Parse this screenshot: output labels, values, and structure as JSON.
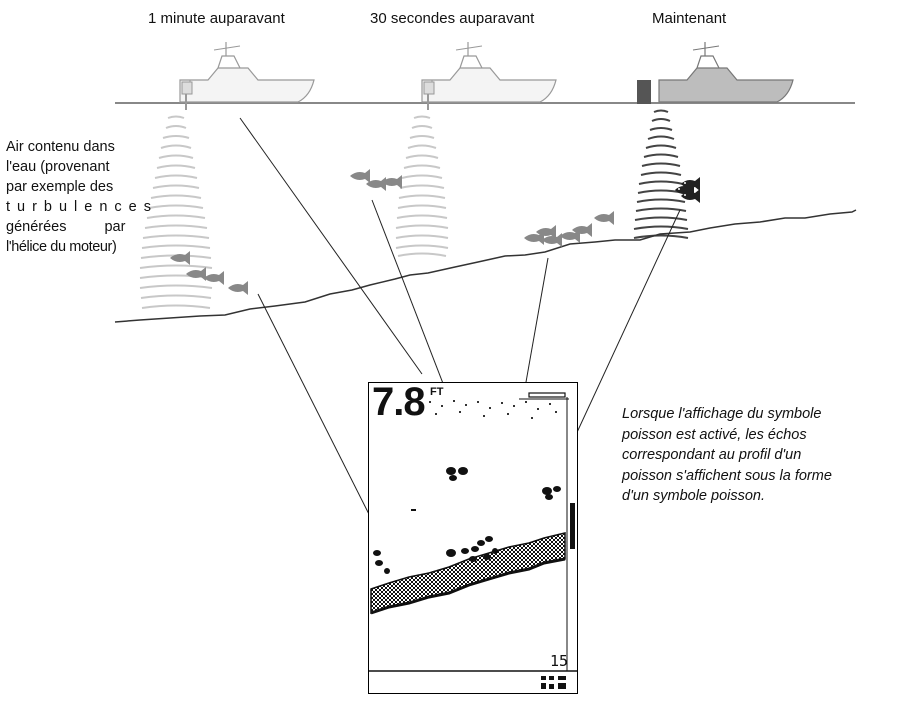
{
  "labels": {
    "one_minute": "1 minute auparavant",
    "thirty_seconds": "30 secondes auparavant",
    "now": "Maintenant"
  },
  "left_note": {
    "lines": [
      "Air contenu dans",
      "l'eau (provenant",
      "par exemple des",
      "turbulences",
      "générées par",
      "l'hélice du moteur)"
    ]
  },
  "right_note": {
    "lines": [
      "Lorsque l'affichage du symbole",
      "poisson est activé, les échos",
      "correspondant au profil d'un",
      "poisson s'affichent sous la forme",
      "d'un symbole poisson."
    ]
  },
  "sonar_display": {
    "depth": "7.8",
    "depth_unit": "FT",
    "range": "15"
  },
  "icons": [
    "boat-icon",
    "fish-icon",
    "sonar-cone-icon"
  ]
}
